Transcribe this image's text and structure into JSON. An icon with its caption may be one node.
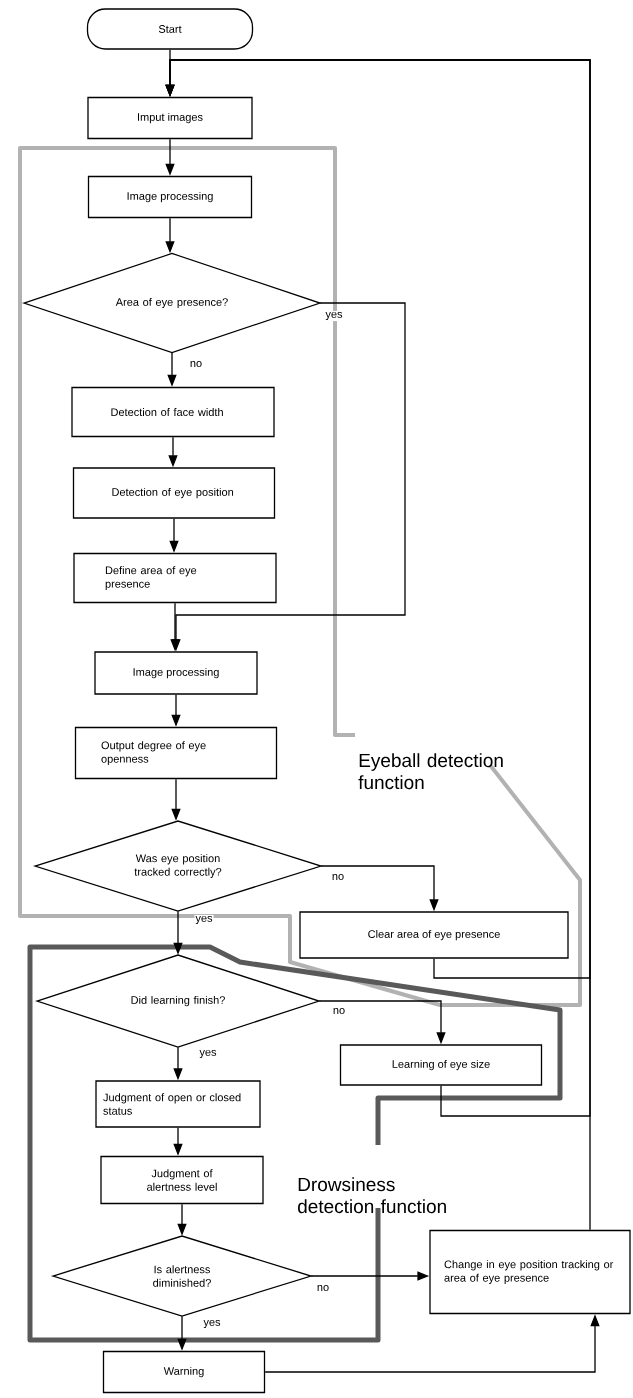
{
  "diagram": {
    "nodes": [
      {
        "text": [
          "Start"
        ]
      },
      {
        "text": [
          "Imput images"
        ]
      },
      {
        "text": [
          "Eyeball detection function"
        ]
      },
      {
        "text": [
          "Image processing"
        ],
        "in": 2
      },
      {
        "text": [
          "Area of eye presence?"
        ],
        "in": 2
      },
      {
        "text": [
          "Detection of face width"
        ],
        "in": 2
      },
      {
        "text": [
          "Detection of eye position"
        ],
        "in": 2
      },
      {
        "text": [
          "Define area of eye presence"
        ],
        "in": 2
      },
      {
        "text": [
          "Image processing"
        ],
        "in": 2
      },
      {
        "text": [
          "Output degree of eye openness"
        ],
        "in": 2
      },
      {
        "text": [
          "Was eye position tracked correctly?"
        ],
        "in": 2
      },
      {
        "text": [
          "Clear area of eye presence"
        ],
        "in": 2
      },
      {
        "text": [
          "Drowsiness detection function"
        ]
      },
      {
        "text": [
          "Did learning finish?"
        ],
        "in": 12
      },
      {
        "text": [
          "Learning of eye size"
        ],
        "in": 12
      },
      {
        "text": [
          "Judgment of open or closed status"
        ],
        "in": 12
      },
      {
        "text": [
          "Judgment of alertness level"
        ],
        "in": 12
      },
      {
        "text": [
          "Is alertness diminished?"
        ],
        "in": 12
      },
      {
        "text": [
          "Change in eye position tracking or area of eye presence"
        ]
      },
      {
        "text": [
          "Warning"
        ]
      }
    ],
    "edges": [
      {
        "from": 0,
        "to": 1,
        "arrow": "to"
      },
      {
        "from": 1,
        "to": 3,
        "arrow": "to"
      },
      {
        "from": 3,
        "to": 4,
        "arrow": "to"
      },
      {
        "from": 4,
        "to": 5,
        "arrow": "to",
        "label": "no"
      },
      {
        "from": 4,
        "to": 8,
        "arrow": "to",
        "label": "yes"
      },
      {
        "from": 5,
        "to": 6,
        "arrow": "to"
      },
      {
        "from": 6,
        "to": 7,
        "arrow": "to"
      },
      {
        "from": 7,
        "to": 8,
        "arrow": "to"
      },
      {
        "from": 8,
        "to": 9,
        "arrow": "to"
      },
      {
        "from": 9,
        "to": 10,
        "arrow": "to"
      },
      {
        "from": 10,
        "to": 11,
        "arrow": "to",
        "label": "no"
      },
      {
        "from": 10,
        "to": 13,
        "arrow": "to",
        "label": "yes"
      },
      {
        "from": 11,
        "to": 1,
        "arrow": "to"
      },
      {
        "from": 13,
        "to": 14,
        "arrow": "to",
        "label": "no"
      },
      {
        "from": 13,
        "to": 15,
        "arrow": "to",
        "label": "yes"
      },
      {
        "from": 14,
        "to": 1,
        "arrow": "to"
      },
      {
        "from": 15,
        "to": 16,
        "arrow": "to"
      },
      {
        "from": 16,
        "to": 17,
        "arrow": "to"
      },
      {
        "from": 17,
        "to": 18,
        "arrow": "to",
        "label": "no"
      },
      {
        "from": 17,
        "to": 19,
        "arrow": "to",
        "label": "yes"
      },
      {
        "from": 19,
        "to": 18,
        "arrow": "to"
      },
      {
        "from": 18,
        "to": 1,
        "arrow": "to"
      }
    ]
  }
}
